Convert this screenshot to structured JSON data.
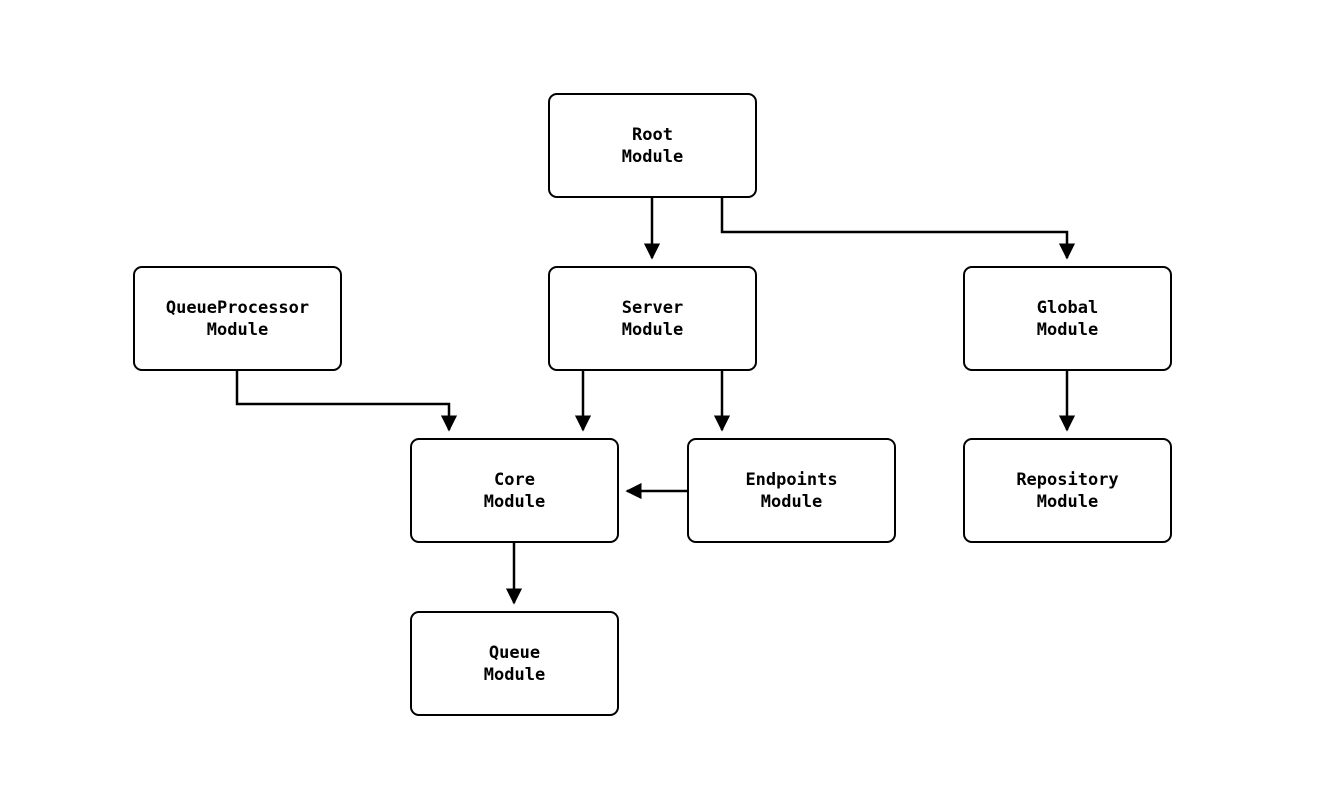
{
  "diagram": {
    "type": "module-dependency-graph",
    "background_color": "#ffffff",
    "node_fill_color": "#ffffff",
    "node_border_color": "#000000",
    "edge_color": "#000000",
    "nodes": {
      "root": {
        "label": "Root\nModule"
      },
      "server": {
        "label": "Server\nModule"
      },
      "queueprocessor": {
        "label": "QueueProcessor\nModule"
      },
      "global": {
        "label": "Global\nModule"
      },
      "core": {
        "label": "Core\nModule"
      },
      "endpoints": {
        "label": "Endpoints\nModule"
      },
      "repository": {
        "label": "Repository\nModule"
      },
      "queue": {
        "label": "Queue\nModule"
      }
    },
    "edges": [
      {
        "from": "Root Module",
        "to": "Server Module"
      },
      {
        "from": "Root Module",
        "to": "Global Module"
      },
      {
        "from": "QueueProcessor Module",
        "to": "Core Module"
      },
      {
        "from": "Server Module",
        "to": "Core Module"
      },
      {
        "from": "Server Module",
        "to": "Endpoints Module"
      },
      {
        "from": "Endpoints Module",
        "to": "Core Module"
      },
      {
        "from": "Global Module",
        "to": "Repository Module"
      },
      {
        "from": "Core Module",
        "to": "Queue Module"
      }
    ]
  }
}
